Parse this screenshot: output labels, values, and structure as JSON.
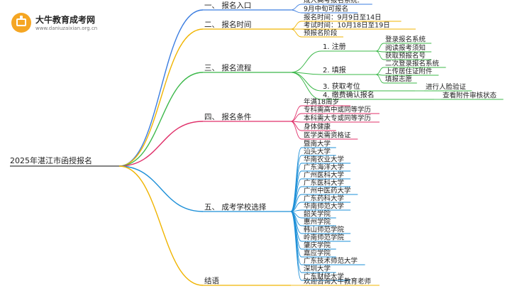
{
  "logo": {
    "title": "大牛教育成考网",
    "url": "www.daniuzaixian.org.cn"
  },
  "root": "2025年湛江市函授报名",
  "branches": [
    {
      "label": "一、 报名入口",
      "color": "#3b7de0",
      "children": [
        {
          "label": "成人高考报名系统:"
        },
        {
          "label": "9月中旬可报名"
        }
      ]
    },
    {
      "label": "二、 报名时间",
      "color": "#f0b400",
      "children": [
        {
          "label": "报名时间：9月9日至14日"
        },
        {
          "label": "考试时间：10月18日至19日"
        },
        {
          "label": "预报名阶段"
        }
      ]
    },
    {
      "label": "三、 报名流程",
      "color": "#3cb84a",
      "children": [
        {
          "label": "1. 注册",
          "children": [
            {
              "label": "登录报名系统"
            },
            {
              "label": "阅读报考须知"
            },
            {
              "label": "获取预报名号"
            }
          ]
        },
        {
          "label": "2. 填报",
          "children": [
            {
              "label": "二次登录报名系统"
            },
            {
              "label": "上传居住证附件"
            },
            {
              "label": "填报志愿"
            }
          ]
        },
        {
          "label": "3. 获取考位",
          "children": [
            {
              "label": "进行人脸验证"
            }
          ]
        },
        {
          "label": "4. 缴费确认报名",
          "children": [
            {
              "label": "查看附件审核状态"
            }
          ]
        }
      ]
    },
    {
      "label": "四、 报名条件",
      "color": "#e0306a",
      "children": [
        {
          "label": "年满18周岁"
        },
        {
          "label": "专科需高中或同等学历"
        },
        {
          "label": "本科需大专或同等学历"
        },
        {
          "label": "身体健康"
        },
        {
          "label": "医学类需资格证"
        }
      ]
    },
    {
      "label": "五、 成考学校选择",
      "color": "#1e90d8",
      "children": [
        {
          "label": "暨南大学"
        },
        {
          "label": "汕头大学"
        },
        {
          "label": "华南农业大学"
        },
        {
          "label": "广东海洋大学"
        },
        {
          "label": "广州医科大学"
        },
        {
          "label": "广东医科大学"
        },
        {
          "label": "广州中医药大学"
        },
        {
          "label": "广东药科大学"
        },
        {
          "label": "华南师范大学"
        },
        {
          "label": "韶关学院"
        },
        {
          "label": "惠州学院"
        },
        {
          "label": "韩山师范学院"
        },
        {
          "label": "岭南师范学院"
        },
        {
          "label": "肇庆学院"
        },
        {
          "label": "嘉应学院"
        },
        {
          "label": "广东技术师范大学"
        },
        {
          "label": "深圳大学"
        },
        {
          "label": "广东财经大学"
        }
      ]
    },
    {
      "label": "结语",
      "color": "#f0b400",
      "children": [
        {
          "label": "欢迎咨询大牛教育老师"
        }
      ]
    }
  ]
}
